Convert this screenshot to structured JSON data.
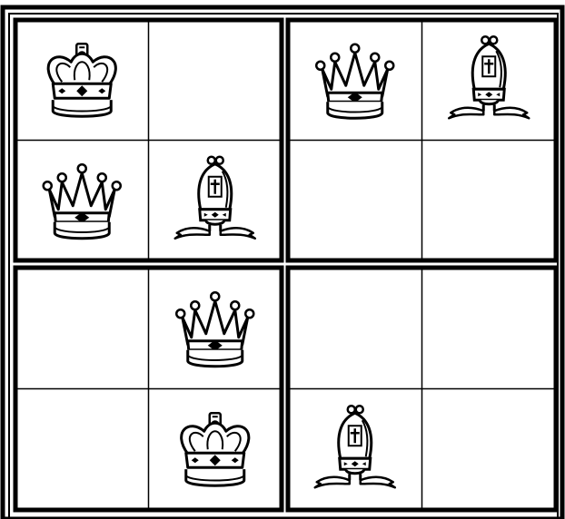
{
  "puzzle": {
    "colors": {
      "ink": "#000000",
      "paper": "#ffffff"
    },
    "boxes": [
      {
        "id": "top-left",
        "cells": [
          [
            "king",
            "empty"
          ],
          [
            "queen",
            "bishop"
          ]
        ]
      },
      {
        "id": "top-right",
        "cells": [
          [
            "queen",
            "bishop"
          ],
          [
            "empty",
            "empty"
          ]
        ]
      },
      {
        "id": "bottom-left",
        "cells": [
          [
            "empty",
            "queen"
          ],
          [
            "empty",
            "king"
          ]
        ]
      },
      {
        "id": "bottom-right",
        "cells": [
          [
            "empty",
            "empty"
          ],
          [
            "bishop",
            "empty"
          ]
        ]
      }
    ]
  }
}
